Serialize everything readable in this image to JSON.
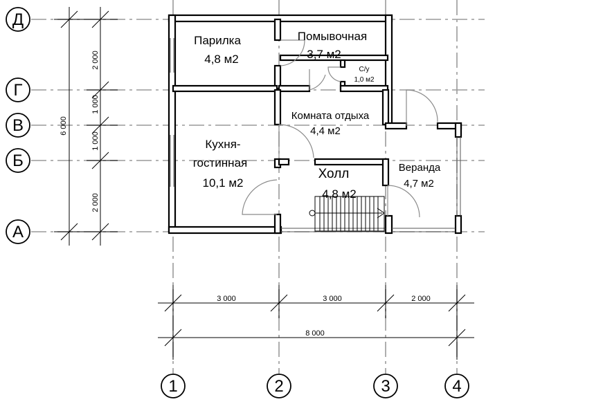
{
  "axes": {
    "rows": [
      {
        "label": "Д",
        "value": 6000
      },
      {
        "label": "Г",
        "value": 4000
      },
      {
        "label": "В",
        "value": 3000
      },
      {
        "label": "Б",
        "value": 2000
      },
      {
        "label": "А",
        "value": 0
      }
    ],
    "cols": [
      {
        "label": "1",
        "value": 0
      },
      {
        "label": "2",
        "value": 3000
      },
      {
        "label": "3",
        "value": 6000
      },
      {
        "label": "4",
        "value": 8000
      }
    ]
  },
  "rooms": {
    "parilka": {
      "name": "Парилка",
      "area": "4,8 м2"
    },
    "pomyv": {
      "name": "Помывочная",
      "area": "3,7 м2"
    },
    "su": {
      "name": "С/у",
      "area": "1,0 м2"
    },
    "otdyh": {
      "name": "Комната отдыха",
      "area": "4,4 м2"
    },
    "kuhnya": {
      "name1": "Кухня-",
      "name2": "гостинная",
      "area": "10,1 м2"
    },
    "holl": {
      "name": "Холл",
      "area": "4,8 м2"
    },
    "veranda": {
      "name": "Веранда",
      "area": "4,7 м2"
    }
  },
  "dims": {
    "horizontal": [
      "3 000",
      "3 000",
      "2 000"
    ],
    "horizontal_total": "8 000",
    "vertical": [
      "2 000",
      "1 000",
      "1 000",
      "2 000"
    ],
    "vertical_total": "6 000"
  }
}
